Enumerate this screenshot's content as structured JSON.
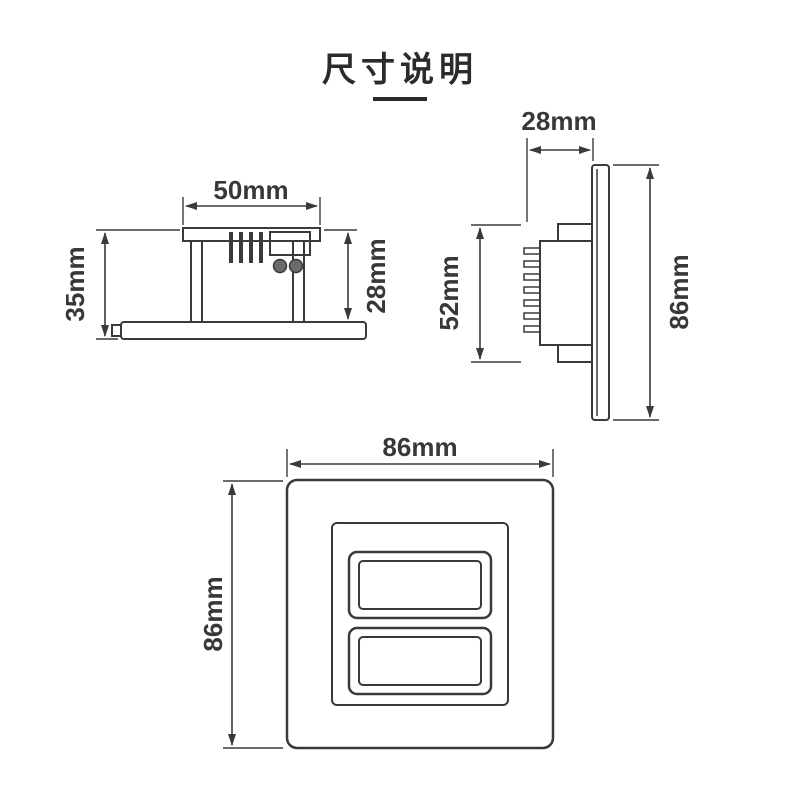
{
  "title": "尺寸说明",
  "colors": {
    "ink": "#3a3a3a",
    "background": "#ffffff"
  },
  "views": {
    "side_view": {
      "width": "50mm",
      "height": "35mm",
      "depth": "28mm"
    },
    "profile_view": {
      "depth": "28mm",
      "body_height": "52mm",
      "plate_height": "86mm"
    },
    "front_view": {
      "width": "86mm",
      "height": "86mm"
    }
  }
}
